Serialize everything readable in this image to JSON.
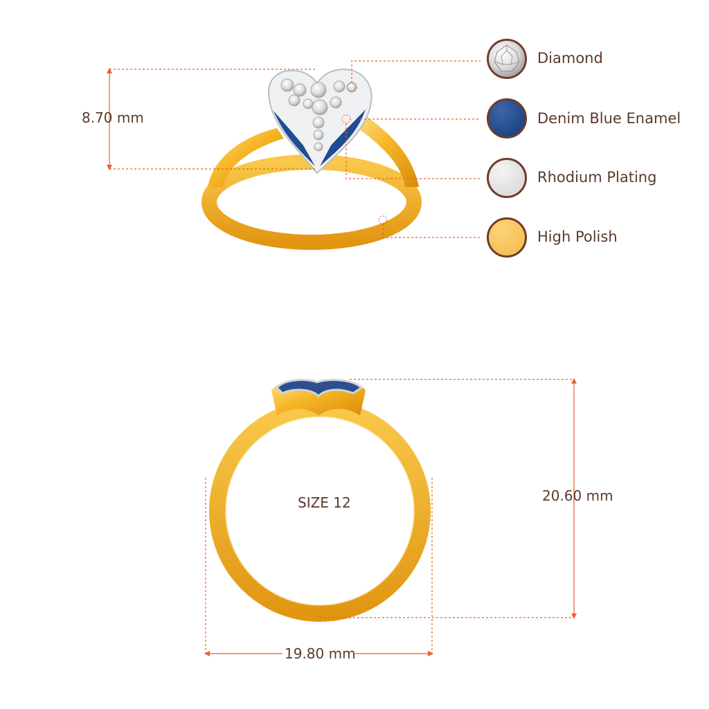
{
  "dimensions": {
    "height_top": "8.70 mm",
    "height_front": "20.60 mm",
    "width_front": "19.80 mm",
    "size": "SIZE 12"
  },
  "materials": [
    {
      "name": "Diamond",
      "icon": "diamond-swatch-icon",
      "color": "#e6e6e6"
    },
    {
      "name": "Denim Blue Enamel",
      "icon": "blue-enamel-swatch-icon",
      "color": "#1e4a8e"
    },
    {
      "name": "Rhodium Plating",
      "icon": "rhodium-swatch-icon",
      "color": "#e3e3e3"
    },
    {
      "name": "High Polish",
      "icon": "gold-swatch-icon",
      "color": "#f8c75e"
    }
  ],
  "colors": {
    "guide_line": "#e8622f",
    "text": "#5a3a2c",
    "swatch_border": "#6e3b2a",
    "gold": "#f5b324",
    "gold_dark": "#d98b08",
    "enamel": "#1e4a8e",
    "metal_white": "#e9ecef"
  }
}
